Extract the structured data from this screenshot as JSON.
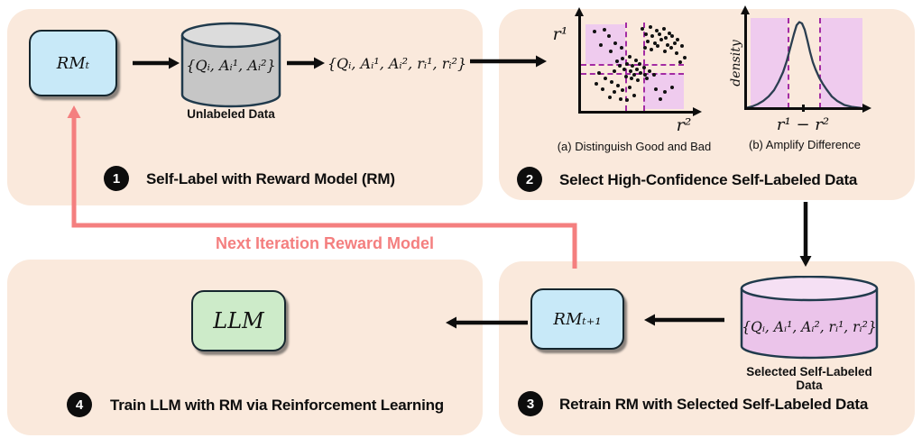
{
  "colors": {
    "panel_bg": "#fae9dc",
    "rm_box_blue": "#c8e9f8",
    "llm_box_green": "#cdebc9",
    "gray_cylinder": "#c6c6c6",
    "pink_cylinder": "#ebc4ea",
    "pink_accent_arrow": "#f47f7f",
    "purple_dashed": "#a32ba3",
    "pink_region_fill": "#efcbee",
    "curve_navy": "#2b3e50",
    "arrow_black": "#0d0d0d"
  },
  "panel1": {
    "badge": "1",
    "label": "Self-Label with Reward Model (RM)",
    "rm_box": "RMₜ",
    "cylinder_label": "{Qᵢ, Aᵢ¹, Aᵢ²}",
    "cylinder_caption": "Unlabeled Data",
    "output_set": "{Qᵢ, Aᵢ¹, Aᵢ², rᵢ¹, rᵢ²}"
  },
  "panel2": {
    "badge": "2",
    "label": "Select High-Confidence Self-Labeled Data",
    "scatter": {
      "ylabel": "r¹",
      "xlabel": "r²",
      "caption": "(a) Distinguish Good and Bad",
      "dots": [
        [
          56,
          7
        ],
        [
          63,
          5
        ],
        [
          69,
          9
        ],
        [
          75,
          7
        ],
        [
          80,
          12
        ],
        [
          59,
          13
        ],
        [
          65,
          15
        ],
        [
          71,
          13
        ],
        [
          77,
          17
        ],
        [
          83,
          15
        ],
        [
          61,
          21
        ],
        [
          67,
          23
        ],
        [
          73,
          19
        ],
        [
          79,
          25
        ],
        [
          85,
          23
        ],
        [
          58,
          29
        ],
        [
          64,
          31
        ],
        [
          70,
          27
        ],
        [
          76,
          33
        ],
        [
          82,
          29
        ],
        [
          88,
          19
        ],
        [
          87,
          35
        ],
        [
          92,
          27
        ],
        [
          12,
          10
        ],
        [
          25,
          15
        ],
        [
          18,
          26
        ],
        [
          31,
          23
        ],
        [
          27,
          33
        ],
        [
          37,
          29
        ],
        [
          21,
          8
        ],
        [
          38,
          41
        ],
        [
          44,
          39
        ],
        [
          50,
          43
        ],
        [
          42,
          47
        ],
        [
          47,
          49
        ],
        [
          53,
          47
        ],
        [
          39,
          53
        ],
        [
          45,
          55
        ],
        [
          51,
          53
        ],
        [
          57,
          51
        ],
        [
          35,
          49
        ],
        [
          48,
          59
        ],
        [
          54,
          57
        ],
        [
          41,
          61
        ],
        [
          46,
          63
        ],
        [
          58,
          59
        ],
        [
          52,
          65
        ],
        [
          62,
          55
        ],
        [
          60,
          63
        ],
        [
          66,
          59
        ],
        [
          33,
          44
        ],
        [
          30,
          55
        ],
        [
          16,
          57
        ],
        [
          22,
          63
        ],
        [
          28,
          67
        ],
        [
          34,
          71
        ],
        [
          20,
          75
        ],
        [
          30,
          79
        ],
        [
          38,
          77
        ],
        [
          44,
          73
        ],
        [
          26,
          85
        ],
        [
          36,
          87
        ],
        [
          48,
          83
        ],
        [
          14,
          69
        ],
        [
          42,
          88
        ],
        [
          68,
          75
        ],
        [
          76,
          79
        ],
        [
          83,
          73
        ],
        [
          72,
          87
        ],
        [
          90,
          45
        ],
        [
          94,
          40
        ]
      ]
    },
    "density": {
      "ylabel": "density",
      "xlabel": "r¹ − r²",
      "caption": "(b) Amplify Difference",
      "curve_points": [
        [
          0,
          99.5
        ],
        [
          6,
          98
        ],
        [
          12,
          95.5
        ],
        [
          18,
          92
        ],
        [
          24,
          87
        ],
        [
          30,
          80
        ],
        [
          35,
          71
        ],
        [
          40,
          60
        ],
        [
          44,
          48
        ],
        [
          48,
          33
        ],
        [
          52,
          18
        ],
        [
          55,
          8
        ],
        [
          58,
          4.5
        ],
        [
          61,
          6
        ],
        [
          64,
          13
        ],
        [
          67,
          25
        ],
        [
          70,
          38
        ],
        [
          73,
          49
        ],
        [
          76,
          57
        ],
        [
          80,
          66
        ],
        [
          84,
          73
        ],
        [
          88,
          79
        ],
        [
          94,
          87
        ],
        [
          100,
          92
        ],
        [
          108,
          96.5
        ],
        [
          116,
          98.5
        ],
        [
          126,
          99.8
        ]
      ]
    }
  },
  "panel3": {
    "badge": "3",
    "label": "Retrain RM with Selected Self-Labeled Data",
    "cylinder_label": "{Qᵢ, Aᵢ¹, Aᵢ², rᵢ¹, rᵢ²}",
    "cylinder_caption": "Selected Self-Labeled Data",
    "rm_box": "RMₜ₊₁"
  },
  "panel4": {
    "badge": "4",
    "label": "Train LLM with RM via Reinforcement Learning",
    "llm_box": "LLM"
  },
  "loop_label": "Next Iteration Reward Model"
}
